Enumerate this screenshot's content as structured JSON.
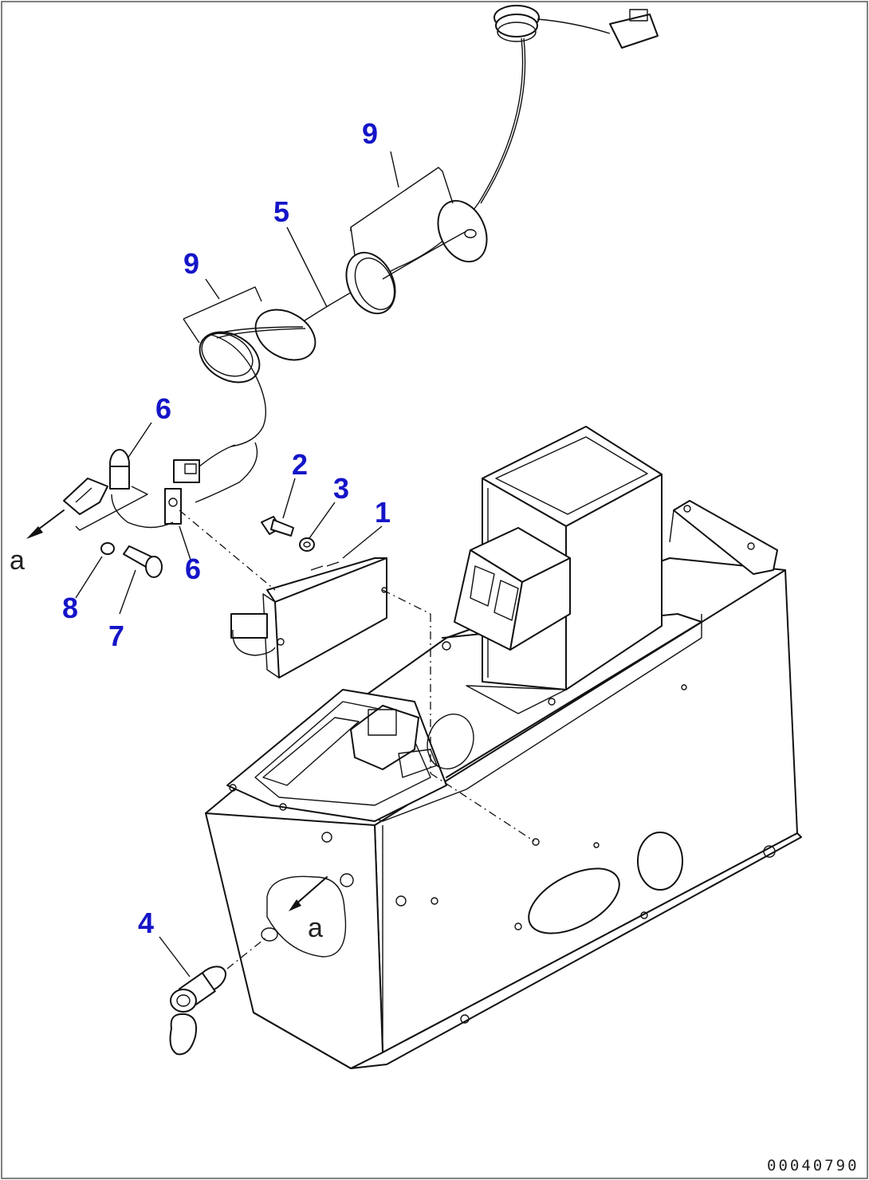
{
  "callouts": [
    {
      "id": "1",
      "label": "1"
    },
    {
      "id": "2",
      "label": "2"
    },
    {
      "id": "3",
      "label": "3"
    },
    {
      "id": "4",
      "label": "4"
    },
    {
      "id": "5",
      "label": "5"
    },
    {
      "id": "6a",
      "label": "6"
    },
    {
      "id": "6b",
      "label": "6"
    },
    {
      "id": "7",
      "label": "7"
    },
    {
      "id": "8",
      "label": "8"
    },
    {
      "id": "9a",
      "label": "9"
    },
    {
      "id": "9b",
      "label": "9"
    }
  ],
  "references": [
    {
      "id": "a_left",
      "label": "a"
    },
    {
      "id": "a_panel",
      "label": "a"
    }
  ],
  "drawing_code": "00040790",
  "colors": {
    "callout": "#1515c8",
    "line": "#111111",
    "background": "#ffffff"
  }
}
